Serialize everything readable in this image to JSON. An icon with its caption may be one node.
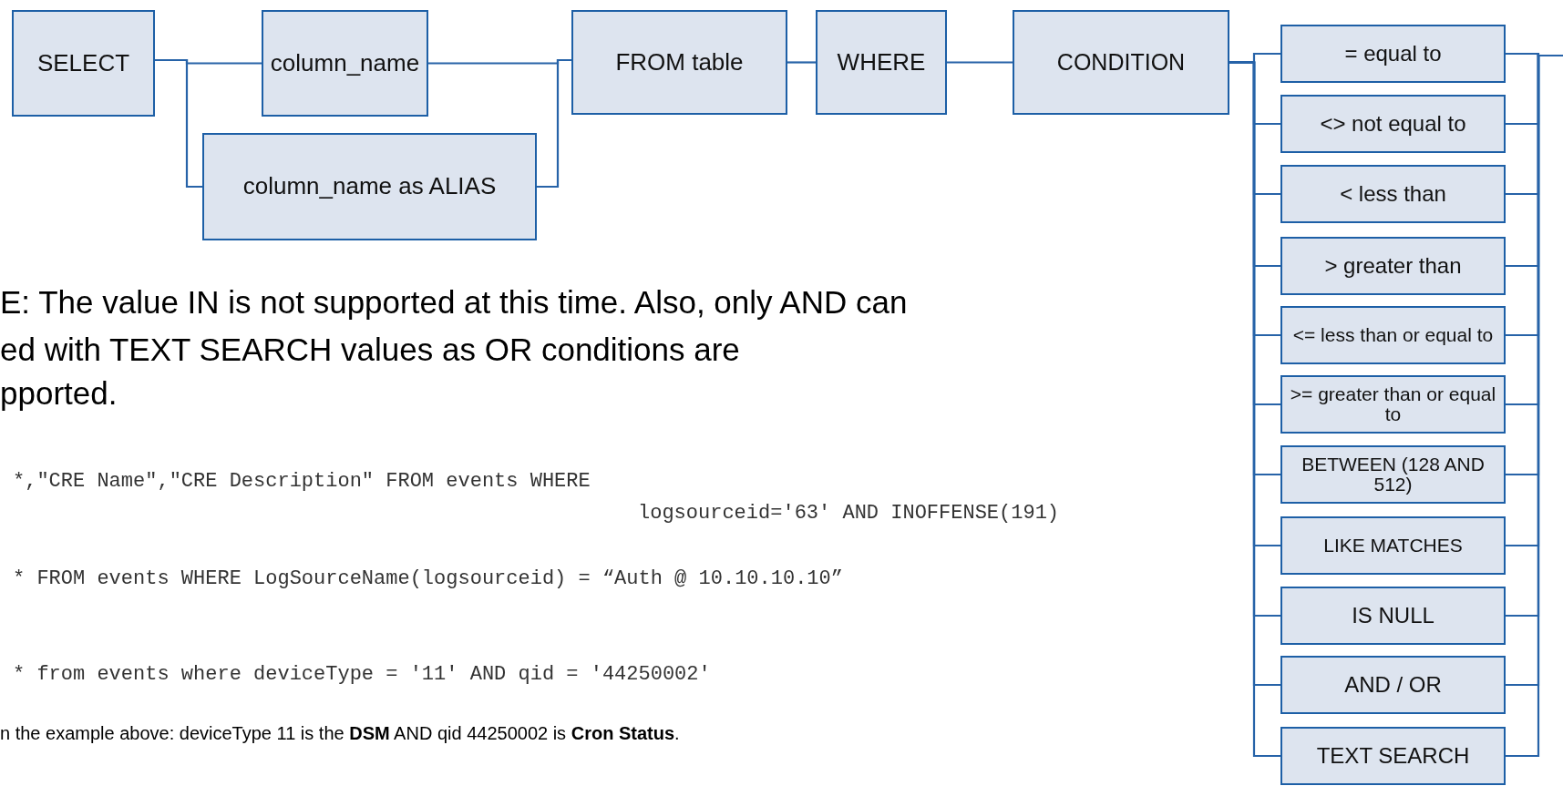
{
  "diagram": {
    "nodes": [
      {
        "text": [
          "SELECT"
        ]
      },
      {
        "text": [
          "column_name"
        ]
      },
      {
        "text": [
          "column_name as ALIAS"
        ]
      },
      {
        "text": [
          "FROM table"
        ]
      },
      {
        "text": [
          "WHERE"
        ]
      },
      {
        "text": [
          "CONDITION"
        ]
      },
      {
        "text": [
          "= equal to"
        ]
      },
      {
        "text": [
          "<> not equal to"
        ]
      },
      {
        "text": [
          "< less than"
        ]
      },
      {
        "text": [
          "> greater than"
        ]
      },
      {
        "text": [
          "<= less than or equal to"
        ]
      },
      {
        "text": [
          ">= greater than or equal to"
        ]
      },
      {
        "text": [
          "BETWEEN (128 AND 512)"
        ]
      },
      {
        "text": [
          "LIKE MATCHES"
        ]
      },
      {
        "text": [
          "IS NULL"
        ]
      },
      {
        "text": [
          "AND / OR"
        ]
      },
      {
        "text": [
          "TEXT SEARCH"
        ]
      }
    ],
    "edges": [
      {
        "from": 0,
        "to": 1,
        "arrow": "none"
      },
      {
        "from": 0,
        "to": 2,
        "arrow": "none"
      },
      {
        "from": 1,
        "to": 3,
        "arrow": "none"
      },
      {
        "from": 2,
        "to": 3,
        "arrow": "none"
      },
      {
        "from": 3,
        "to": 4,
        "arrow": "none"
      },
      {
        "from": 4,
        "to": 5,
        "arrow": "none"
      },
      {
        "from": 5,
        "to": 6,
        "arrow": "none"
      },
      {
        "from": 5,
        "to": 7,
        "arrow": "none"
      },
      {
        "from": 5,
        "to": 8,
        "arrow": "none"
      },
      {
        "from": 5,
        "to": 9,
        "arrow": "none"
      },
      {
        "from": 5,
        "to": 10,
        "arrow": "none"
      },
      {
        "from": 5,
        "to": 11,
        "arrow": "none"
      },
      {
        "from": 5,
        "to": 12,
        "arrow": "none"
      },
      {
        "from": 5,
        "to": 13,
        "arrow": "none"
      },
      {
        "from": 5,
        "to": 14,
        "arrow": "none"
      },
      {
        "from": 5,
        "to": 15,
        "arrow": "none"
      },
      {
        "from": 5,
        "to": 16,
        "arrow": "none"
      },
      {
        "from": 6,
        "to": null,
        "arrow": "none"
      },
      {
        "from": 7,
        "to": null,
        "arrow": "none"
      },
      {
        "from": 8,
        "to": null,
        "arrow": "none"
      },
      {
        "from": 9,
        "to": null,
        "arrow": "none"
      },
      {
        "from": 10,
        "to": null,
        "arrow": "none"
      },
      {
        "from": 11,
        "to": null,
        "arrow": "none"
      },
      {
        "from": 12,
        "to": null,
        "arrow": "none"
      },
      {
        "from": 13,
        "to": null,
        "arrow": "none"
      },
      {
        "from": 14,
        "to": null,
        "arrow": "none"
      },
      {
        "from": 15,
        "to": null,
        "arrow": "none"
      },
      {
        "from": 16,
        "to": null,
        "arrow": "none"
      }
    ],
    "labels": [
      "E: The value IN is not supported at this time. Also, only AND can",
      "ed with TEXT SEARCH values as OR conditions are",
      "pported.",
      "*,\"CRE Name\",\"CRE Description\" FROM events WHERE",
      "logsourceid='63' AND INOFFENSE(191)",
      "* FROM events WHERE LogSourceName(logsourceid) = “Auth @ 10.10.10.10”",
      "* from events where deviceType = '11' AND qid = '44250002'",
      "n the example above: deviceType 11 is the **DSM** AND qid 44250002 is **Cron Status**."
    ]
  }
}
